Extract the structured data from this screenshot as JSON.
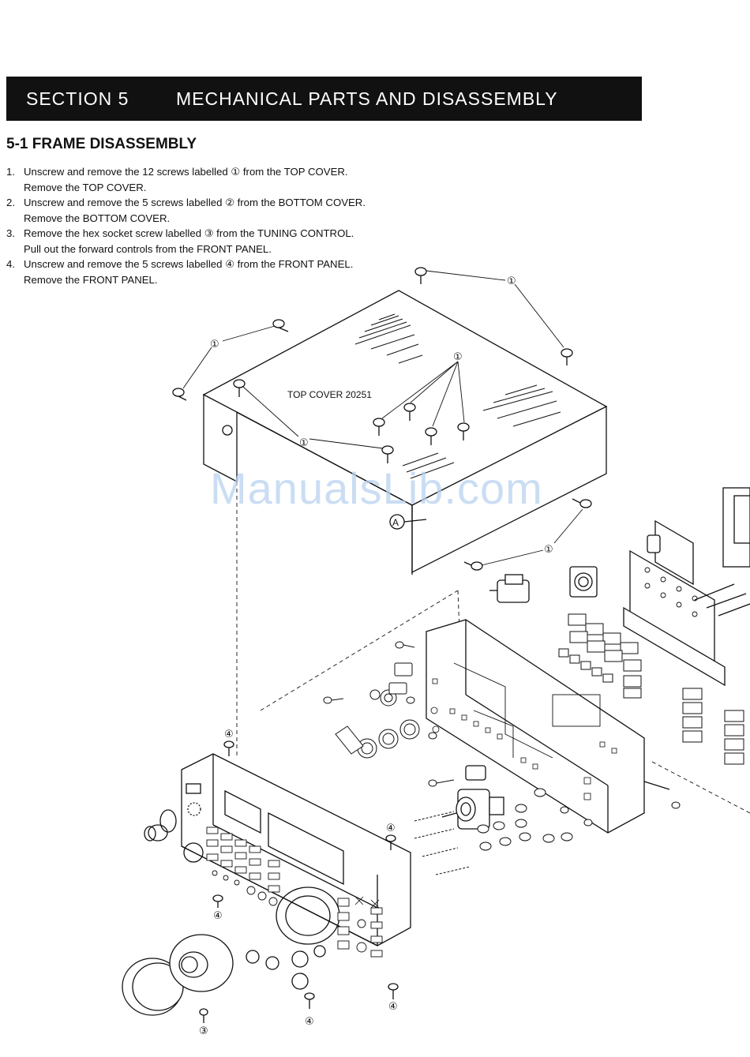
{
  "section": {
    "number": "SECTION  5",
    "title": "MECHANICAL PARTS AND DISASSEMBLY"
  },
  "subsection": "5-1 FRAME DISASSEMBLY",
  "steps": [
    {
      "n": "1.",
      "lines": [
        "Unscrew and remove the 12 screws labelled ① from the TOP COVER.",
        "Remove the TOP COVER."
      ]
    },
    {
      "n": "2.",
      "lines": [
        "Unscrew and remove the 5 screws labelled ② from the BOTTOM COVER.",
        "Remove the BOTTOM COVER."
      ]
    },
    {
      "n": "3.",
      "lines": [
        "Remove the hex socket screw labelled ③ from the TUNING CONTROL.",
        "Pull out the forward controls from the FRONT PANEL."
      ]
    },
    {
      "n": "4.",
      "lines": [
        "Unscrew and remove the 5 screws labelled ④ from the FRONT PANEL.",
        "Remove the FRONT PANEL."
      ]
    }
  ],
  "diagram": {
    "top_cover_label": "TOP COVER 20251",
    "marker_a": "A",
    "callout_1": "①",
    "callout_3": "③",
    "callout_4": "④"
  },
  "watermark": "ManualsLib.com"
}
